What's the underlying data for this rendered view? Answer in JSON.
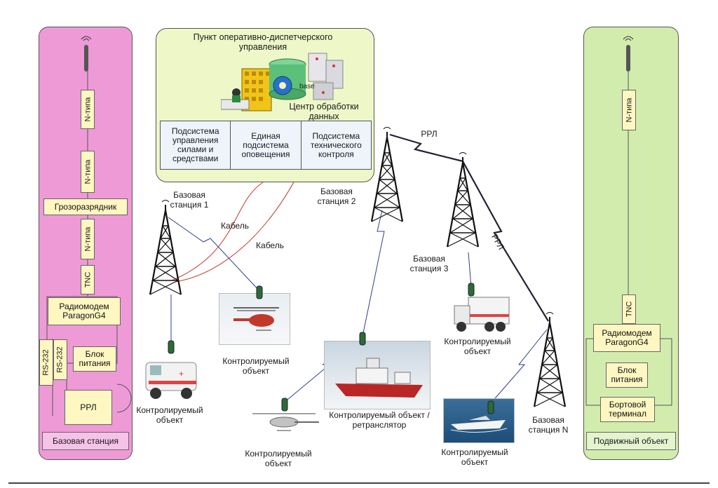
{
  "colors": {
    "left_panel": "#ee9ad6",
    "right_panel": "#d2ecae",
    "control_center": "#eef7c8",
    "component_box": "#fff7c2",
    "link_line": "#2f3f8f",
    "cable": "#c0392b"
  },
  "control_center": {
    "title": "Пункт оперативно-диспетчерского управления",
    "data_center_label": "Центр обработки данных",
    "database_label": "base",
    "subsystems": [
      "Подсистема управления силами и средствами",
      "Единая подсистема оповещения",
      "Подсистема технического контроля"
    ]
  },
  "left_panel": {
    "footer": "Базовая станция",
    "components": {
      "n_type_1": "N-типа",
      "n_type_2": "N-типа",
      "n_type_3": "N-типа",
      "lightning": "Грозоразрядник",
      "tnc": "TNC",
      "modem": "Радиомодем ParagonG4",
      "rs1": "RS-232",
      "rs2": "RS-232",
      "power": "Блок питания",
      "rrl": "РРЛ"
    }
  },
  "right_panel": {
    "footer": "Подвижный объект",
    "components": {
      "n_type": "N-типа",
      "tnc": "TNC",
      "modem": "Радиомодем ParagonG4",
      "power": "Блок питания",
      "terminal": "Бортовой терминал"
    }
  },
  "stations": {
    "bs1": "Базовая станция 1",
    "bs2": "Базовая станция 2",
    "bs3": "Базовая станция 3",
    "bsN": "Базовая станция N"
  },
  "links": {
    "cable1": "Кабель",
    "cable2": "Кабель",
    "rrl1": "РРЛ",
    "rrl2": "РРЛ"
  },
  "objects": {
    "helicopter": "Контролируемый объект",
    "ambulance": "Контролируемый объект",
    "drone": "Контролируемый объект",
    "ship": "Контролируемый объект / ретранслятор",
    "truck": "Контролируемый объект",
    "boat": "Контролируемый объект"
  }
}
